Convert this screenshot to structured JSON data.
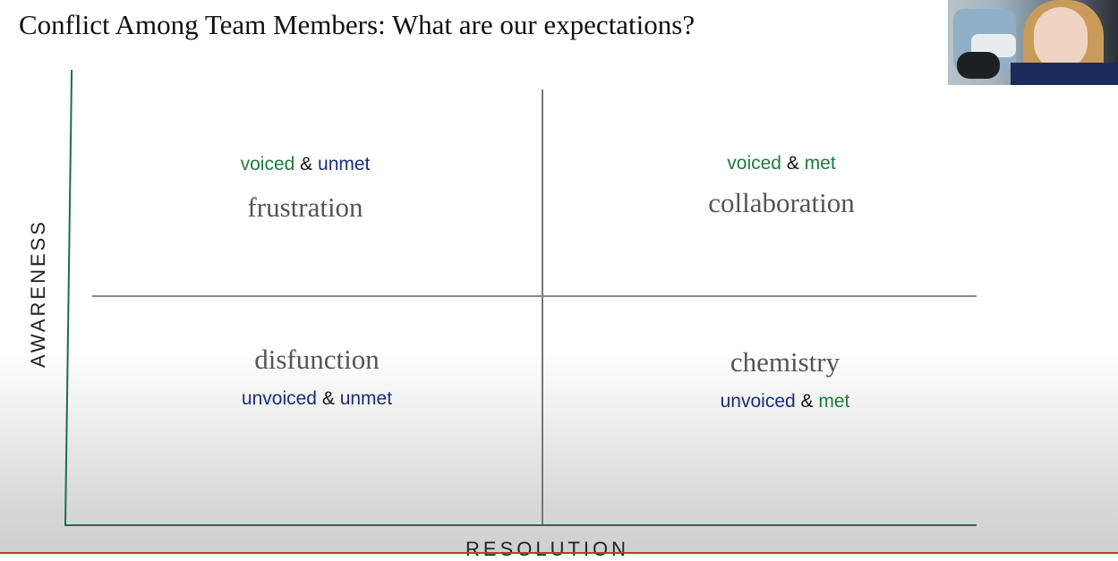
{
  "slide": {
    "title": "Conflict Among Team Members: What are our expectations?",
    "axes": {
      "y_label": "AWARENESS",
      "x_label": "RESOLUTION"
    },
    "quadrants": {
      "top_left": {
        "word1": "voiced",
        "amp": "&",
        "word2": "unmet",
        "name": "frustration"
      },
      "top_right": {
        "word1": "voiced",
        "amp": "&",
        "word2": "met",
        "name": "collaboration"
      },
      "bottom_left": {
        "name": "disfunction",
        "word1": "unvoiced",
        "amp": "&",
        "word2": "unmet"
      },
      "bottom_right": {
        "name": "chemistry",
        "word1": "unvoiced",
        "amp": "&",
        "word2": "met"
      }
    }
  },
  "colors": {
    "voiced": "#1f7a3d",
    "met": "#1f7a3d",
    "unvoiced": "#1c2d7a",
    "unmet": "#1c2d7a",
    "axis": "#1d6b55"
  }
}
